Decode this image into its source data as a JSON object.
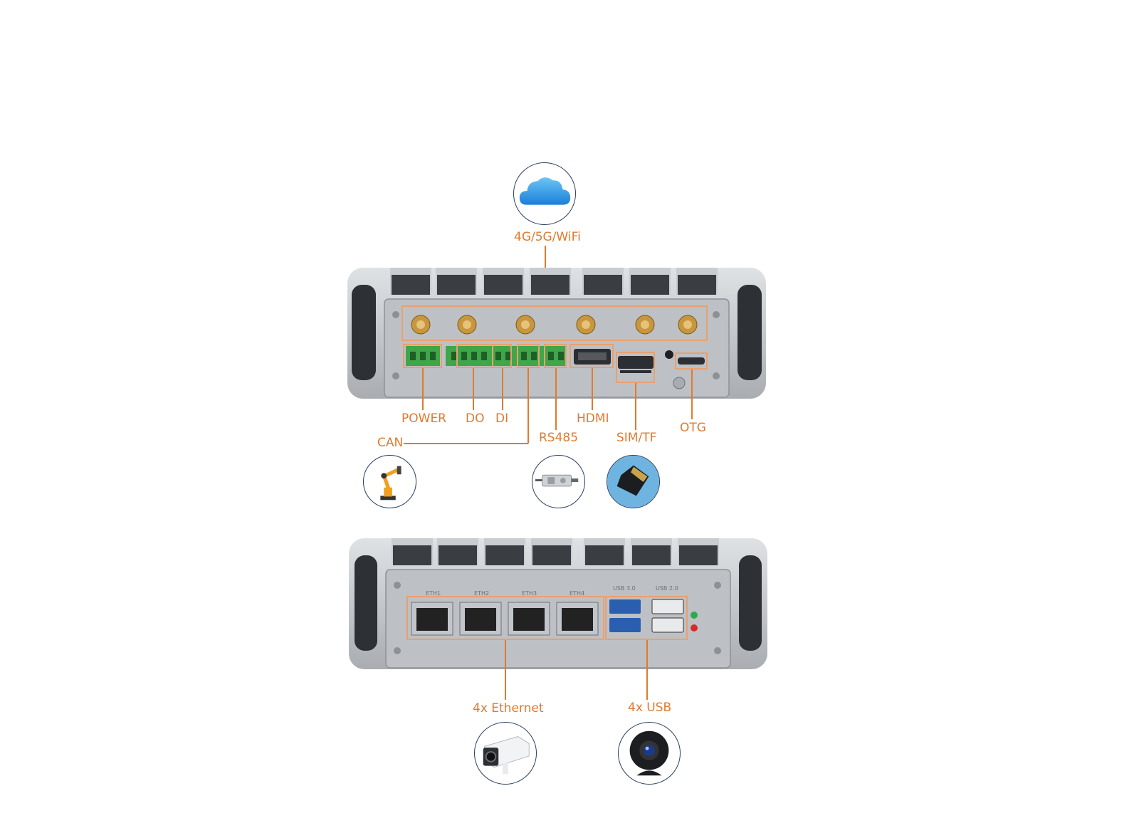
{
  "colors": {
    "accent": "#e07a2e",
    "frame": "#e8a070",
    "circle_border": "#2a3f63",
    "chassis": "#c4c8cc",
    "panel": "#b9bdc1"
  },
  "top_device": {
    "labels": {
      "wireless": "4G/5G/WiFi",
      "power": "POWER",
      "do": "DO",
      "di": "DI",
      "can": "CAN",
      "rs485": "RS485",
      "hdmi": "HDMI",
      "sim_tf": "SIM/TF",
      "otg": "OTG"
    },
    "icons": [
      "cloud-icon",
      "robot-arm-icon",
      "load-cell-sensor-icon",
      "sd-card-icon"
    ]
  },
  "bottom_device": {
    "port_labels": [
      "ETH1",
      "ETH2",
      "ETH3",
      "ETH4",
      "USB 3.0",
      "USB 2.0"
    ],
    "labels": {
      "ethernet": "4x Ethernet",
      "usb": "4x USB"
    },
    "icons": [
      "bullet-camera-icon",
      "webcam-icon"
    ]
  }
}
